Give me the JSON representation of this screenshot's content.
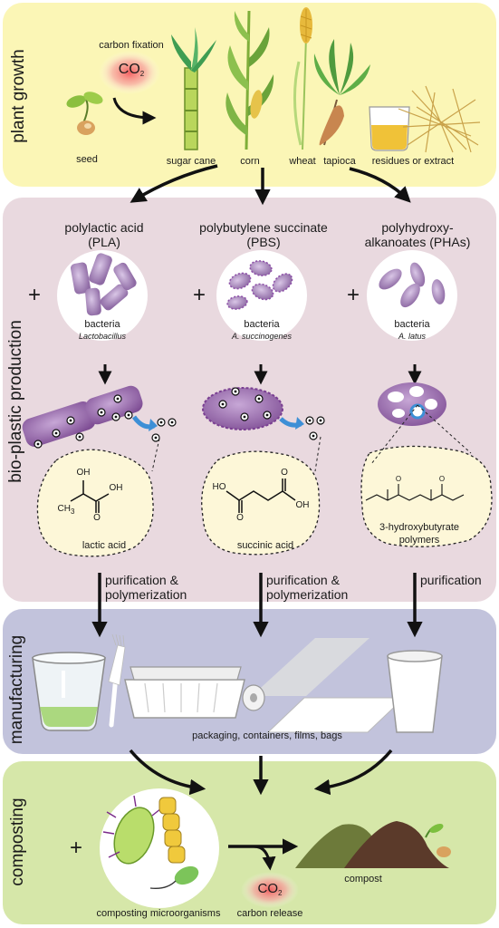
{
  "sections": {
    "plant_growth": "plant growth",
    "bio_plastic_production": "bio-plastic production",
    "manufacturing": "manufacturing",
    "composting": "composting"
  },
  "plant_growth": {
    "carbon_fixation": "carbon fixation",
    "co2": "CO",
    "co2_sub": "2",
    "seed": "seed",
    "crops": [
      "sugar cane",
      "corn",
      "wheat",
      "tapioca",
      "residues or extract"
    ]
  },
  "production": {
    "columns": [
      {
        "title_line1": "polylactic acid",
        "title_line2": "(PLA)",
        "bacteria": "bacteria",
        "species": "Lactobacillus",
        "molecule": "lactic acid",
        "step_line1": "purification &",
        "step_line2": "polymerization"
      },
      {
        "title_line1": "polybutylene succinate",
        "title_line2": "(PBS)",
        "bacteria": "bacteria",
        "species": "A. succinogenes",
        "molecule": "succinic acid",
        "step_line1": "purification &",
        "step_line2": "polymerization"
      },
      {
        "title_line1": "polyhydroxy-",
        "title_line2": "alkanoates (PHAs)",
        "bacteria": "bacteria",
        "species": "A. latus",
        "molecule_line1": "3-hydroxybutyrate",
        "molecule_line2": "polymers",
        "step_line1": "purification"
      }
    ],
    "plus": "+",
    "atoms": {
      "oh": "OH",
      "o": "O",
      "ch": "CH",
      "ch_sub": "3",
      "ho": "HO"
    }
  },
  "manufacturing": {
    "products_caption": "packaging, containers, films, bags"
  },
  "composting": {
    "plus": "+",
    "microorganisms": "composting microorganisms",
    "co2": "CO",
    "co2_sub": "2",
    "carbon_release": "carbon release",
    "compost": "compost"
  },
  "colors": {
    "plant_growth_bg": "#fbf6b6",
    "production_bg": "#e9d9df",
    "manufacturing_bg": "#c2c3dc",
    "composting_bg": "#d6e7a9",
    "bacteria_purple": "#a07fb0",
    "arrow_blue": "#3d8fd6",
    "co2_glow": "#f47b7b"
  }
}
